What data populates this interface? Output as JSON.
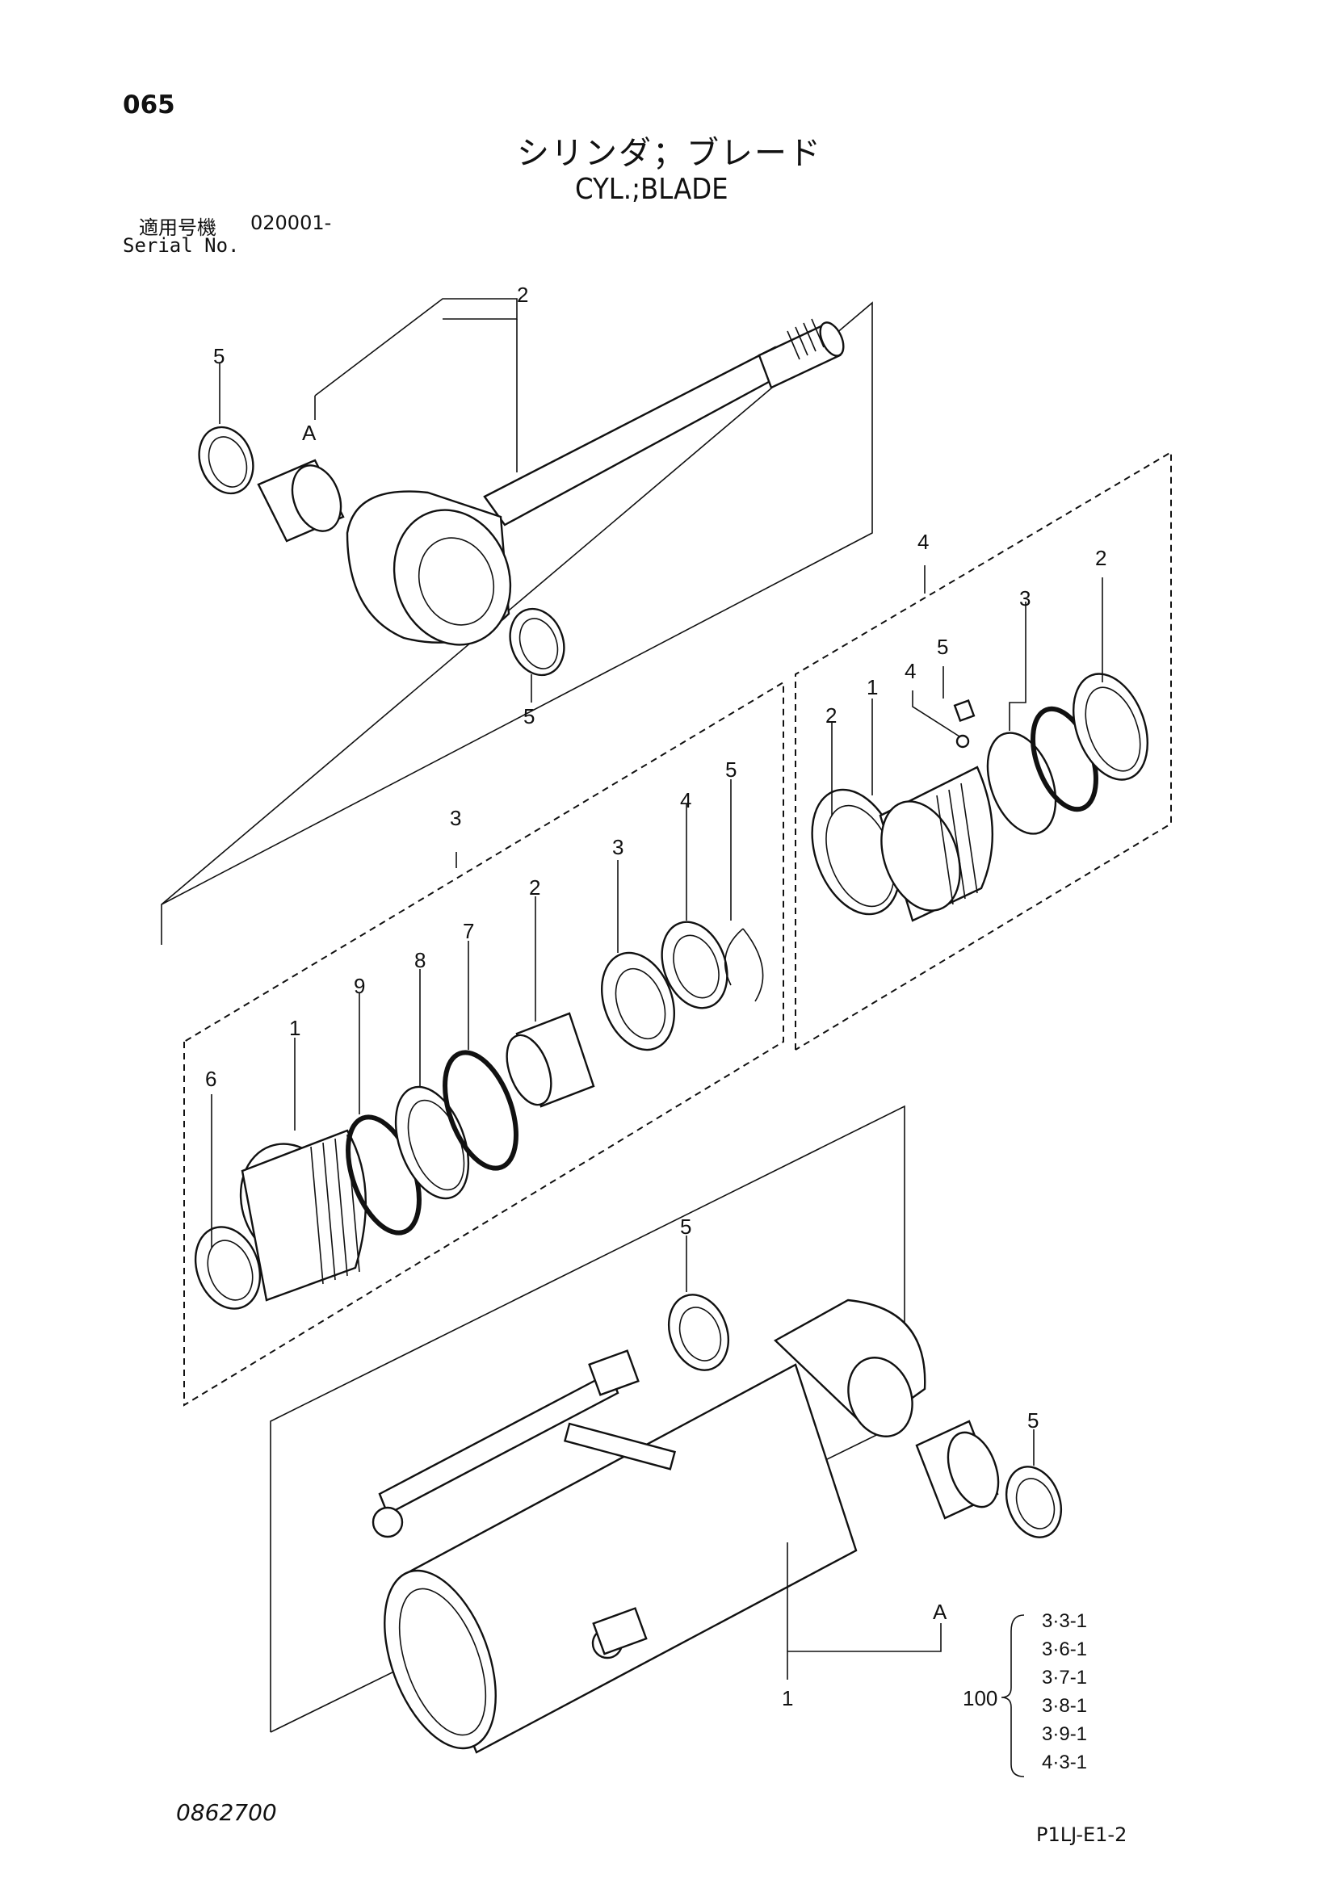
{
  "header": {
    "page_number": "065",
    "title_jp": "シリンダ；ブレード",
    "title_en": "CYL.;BLADE",
    "serial_label_jp": "適用号機",
    "serial_value": "020001-",
    "serial_label_en": "Serial No."
  },
  "footer": {
    "document_number": "0862700",
    "page_code": "P1LJ-E1-2"
  },
  "callouts": {
    "rod_assy": "2",
    "rod_bushing_a": "A",
    "rod_seal_top": "5",
    "rod_seal_bottom": "5",
    "piston_group": "4",
    "piston_nut": "1",
    "piston_ring_left": "2",
    "piston_ball": "4",
    "piston_setscrew": "5",
    "piston_seal": "3",
    "piston_ring_right": "2",
    "head_group": "3",
    "head_gland": "1",
    "head_oring_6": "6",
    "head_9": "9",
    "head_8": "8",
    "head_7": "7",
    "head_bushing": "2",
    "head_seal": "3",
    "head_wiper": "4",
    "head_snapring": "5",
    "tube_seal_top": "5",
    "tube_seal_right": "5",
    "tube_bushing_a": "A",
    "tube_assy": "1"
  },
  "kit": {
    "number": "100",
    "items": [
      "3·3-1",
      "3·6-1",
      "3·7-1",
      "3·8-1",
      "3·9-1",
      "4·3-1"
    ]
  }
}
